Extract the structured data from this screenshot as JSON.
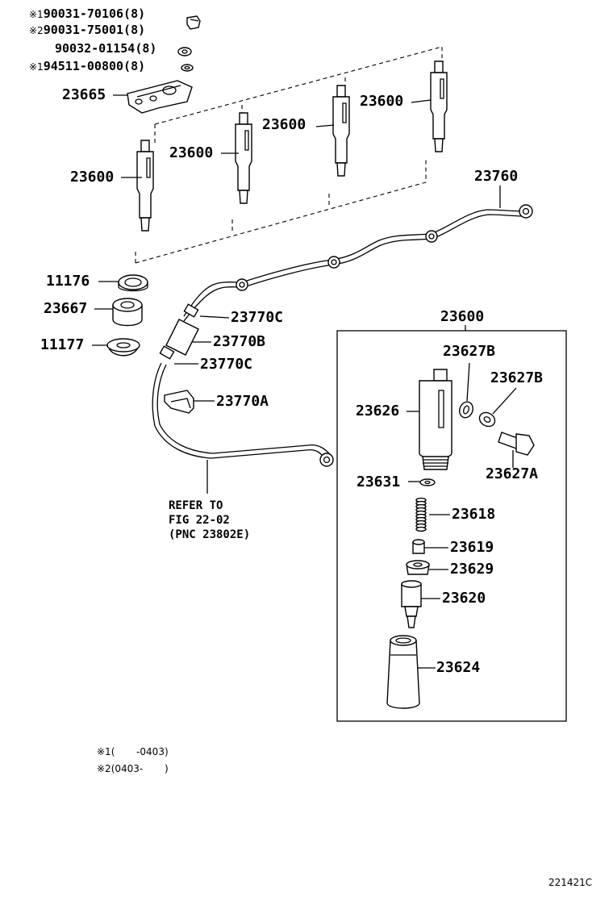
{
  "parts_list": [
    {
      "mark": "※1",
      "number": "90031-70106",
      "qty": "(8)"
    },
    {
      "mark": "※2",
      "number": "90031-75001",
      "qty": "(8)"
    },
    {
      "mark": "",
      "number": "90032-01154",
      "qty": "(8)"
    },
    {
      "mark": "※1",
      "number": "94511-00800",
      "qty": "(8)"
    }
  ],
  "callouts": {
    "bracket": "23665",
    "injector_1": "23600",
    "injector_2": "23600",
    "injector_3": "23600",
    "injector_4": "23600",
    "leak_pipe": "23760",
    "gasket_upper": "11176",
    "seat": "23667",
    "gasket_lower": "11177",
    "union_upper": "23770C",
    "hose": "23770B",
    "union_lower": "23770C",
    "clamp": "23770A",
    "detail_box_title": "23600",
    "body": "23626",
    "washer_a": "23627B",
    "washer_b": "23627B",
    "eye_bolt": "23627A",
    "shim": "23631",
    "spring": "23618",
    "pressure_pin": "23619",
    "spacer": "23629",
    "nozzle": "23620",
    "retaining_nut": "23624"
  },
  "refer_note": [
    "REFER TO",
    "FIG 22-02",
    "(PNC 23802E)"
  ],
  "footnotes": [
    {
      "mark": "※1",
      "range": "(       -0403)"
    },
    {
      "mark": "※2",
      "range": "(0403-       )"
    }
  ],
  "figure_id": "221421C"
}
